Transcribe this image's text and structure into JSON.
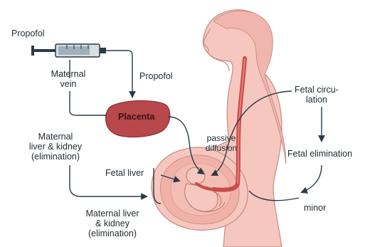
{
  "labels": {
    "propofol_top": "Propofol",
    "maternal_vein_1": "Maternal",
    "maternal_vein_2": "vein",
    "propofol_arrow": "Propofol",
    "placenta": "Placenta",
    "passive_1": "passive",
    "passive_2": "diffusion",
    "fetal_circ_1": "Fetal circu-",
    "fetal_circ_2": "lation",
    "maternal_liver_1": "Maternal",
    "maternal_liver_2": "liver & kidney",
    "maternal_liver_3": "(elimination)",
    "fetal_elimination": "Fetal elimination",
    "fetal_liver": "Fetal liver",
    "minor": "minor",
    "maternal_liver_b1": "Maternal liver",
    "maternal_liver_b2": "& kidney",
    "maternal_liver_b3": "(elimination)"
  },
  "colors": {
    "body_fill": "#f6c7bf",
    "body_outline": "#c98f86",
    "uterus_fill": "#f0b2a8",
    "vessel": "#c94b48",
    "placenta": "#b8484b",
    "arrow": "#2a3a44",
    "text": "#1f2a33"
  },
  "icons": [
    "syringe-icon",
    "placenta-icon",
    "fetus-icon",
    "umbilical-cord-icon"
  ]
}
